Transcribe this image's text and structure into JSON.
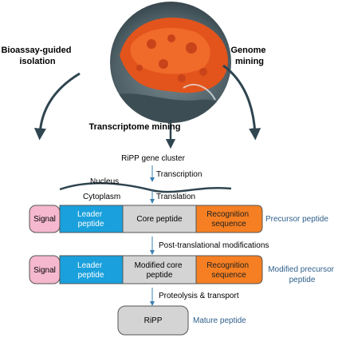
{
  "photo": {
    "description": "Circular photo of an orange marine sponge on a rock"
  },
  "left_branch": {
    "line1": "Bioassay-guided",
    "line2": "isolation"
  },
  "right_branch": {
    "line1": "Genome",
    "line2": "mining"
  },
  "center_branch": {
    "label": "Transcriptome mining"
  },
  "gene_cluster": {
    "label": "RiPP gene cluster"
  },
  "transcription": {
    "label": "Transcription"
  },
  "compartments": {
    "nucleus": "Nucleus",
    "cytoplasm": "Cytoplasm"
  },
  "translation": {
    "label": "Translation"
  },
  "precursor": {
    "signal": "Signal",
    "leader_line1": "Leader",
    "leader_line2": "peptide",
    "core": "Core peptide",
    "recognition_line1": "Recognition",
    "recognition_line2": "sequence",
    "caption": "Precursor peptide"
  },
  "ptm": {
    "label": "Post-translational modifications"
  },
  "modified": {
    "signal": "Signal",
    "leader_line1": "Leader",
    "leader_line2": "peptide",
    "core_line1": "Modified core",
    "core_line2": "peptide",
    "recognition_line1": "Recognition",
    "recognition_line2": "sequence",
    "caption_line1": "Modified precursor",
    "caption_line2": "peptide"
  },
  "proteolysis": {
    "label": "Proteolysis & transport"
  },
  "mature": {
    "box": "RiPP",
    "caption": "Mature peptide"
  },
  "colors": {
    "signal": "#f5b8cf",
    "leader": "#1aa0dc",
    "core": "#d4d4d4",
    "recognition": "#f57f22",
    "arrow_dark": "#2f4550",
    "arrow_blue": "#3b7fb0",
    "caption_blue": "#2e5f8a",
    "sponge": "#e2541c"
  }
}
